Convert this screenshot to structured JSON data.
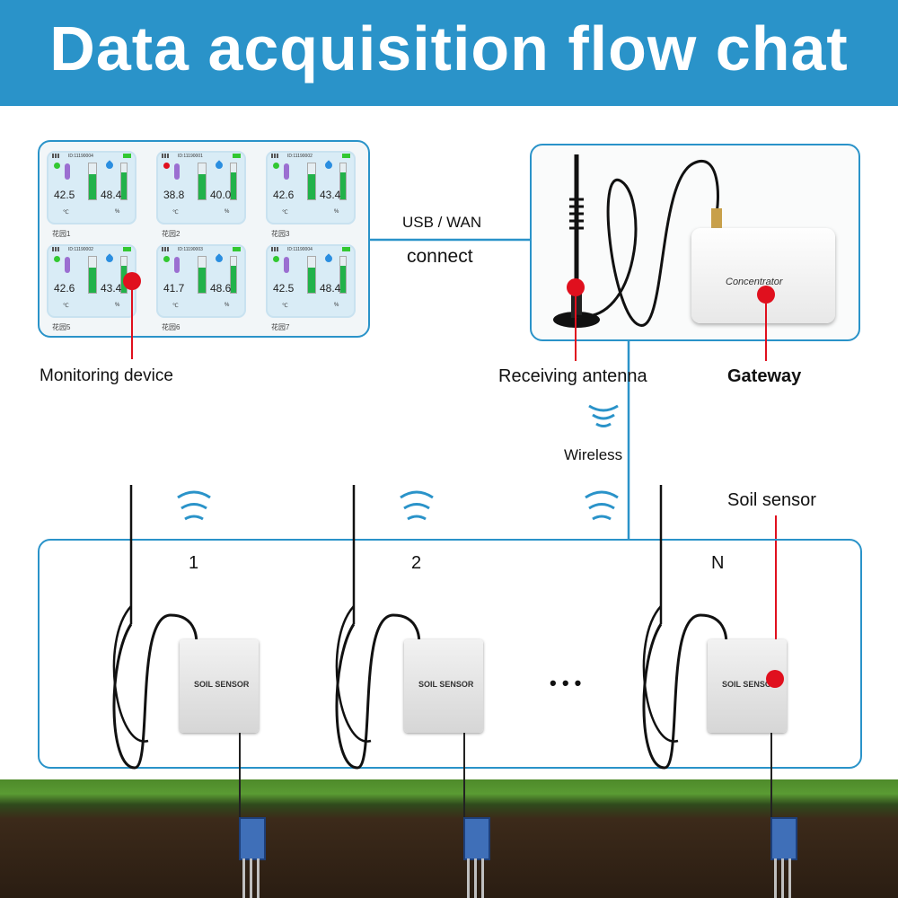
{
  "title": "Data acquisition flow chat",
  "labels": {
    "usb_wan": "USB / WAN",
    "connect": "connect",
    "monitoring_device": "Monitoring device",
    "receiving_antenna": "Receiving antenna",
    "gateway": "Gateway",
    "wireless": "Wireless",
    "soil_sensor": "Soil sensor"
  },
  "concentrator_label": "Concentrator",
  "sensor_nodes": [
    {
      "label": "1",
      "box_text": "SOIL SENSOR"
    },
    {
      "label": "2",
      "box_text": "SOIL SENSOR"
    },
    {
      "label": "N",
      "box_text": "SOIL SENSOR"
    }
  ],
  "ellipsis": "• • •",
  "monitor_cards": [
    {
      "id": "ID:11190004",
      "temp": "42.5",
      "hum": "48.4",
      "name": "花园1",
      "status": "#32c832"
    },
    {
      "id": "ID:11190001",
      "temp": "38.8",
      "hum": "40.0",
      "name": "花园2",
      "status": "#e0101e"
    },
    {
      "id": "ID:11190002",
      "temp": "42.6",
      "hum": "43.4",
      "name": "花园3",
      "status": "#32c832"
    },
    {
      "id": "ID:11190002",
      "temp": "42.6",
      "hum": "43.4",
      "name": "花园5",
      "status": "#32c832"
    },
    {
      "id": "ID:11190003",
      "temp": "41.7",
      "hum": "48.6",
      "name": "花园6",
      "status": "#32c832"
    },
    {
      "id": "ID:11190004",
      "temp": "42.5",
      "hum": "48.4",
      "name": "花园7",
      "status": "#32c832"
    }
  ],
  "units": {
    "temp": "℃",
    "hum": "%"
  },
  "colors": {
    "accent": "#2a93c9",
    "marker": "#e0101e",
    "bar": "#22b24a"
  }
}
